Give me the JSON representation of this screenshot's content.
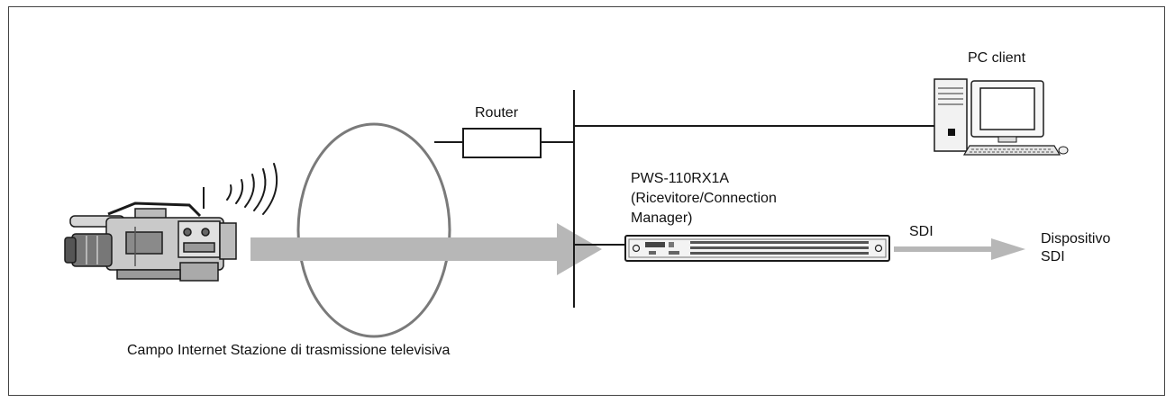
{
  "labels": {
    "pc_client": "PC client",
    "router": "Router",
    "receiver_model": "PWS-110RX1A",
    "receiver_line2": "(Ricevitore/Connection",
    "receiver_line3": "Manager)",
    "sdi": "SDI",
    "device_line1": "Dispositivo",
    "device_line2": "SDI",
    "caption": "Campo Internet Stazione di trasmissione televisiva"
  },
  "icons": [
    "camcorder-icon",
    "wireless-signal-icon",
    "desktop-pc-icon",
    "rack-receiver-icon"
  ],
  "colors": {
    "line": "#1a1a1a",
    "arrow": "#b7b7b7",
    "ellipse": "#7a7a7a",
    "frame": "#444444"
  }
}
